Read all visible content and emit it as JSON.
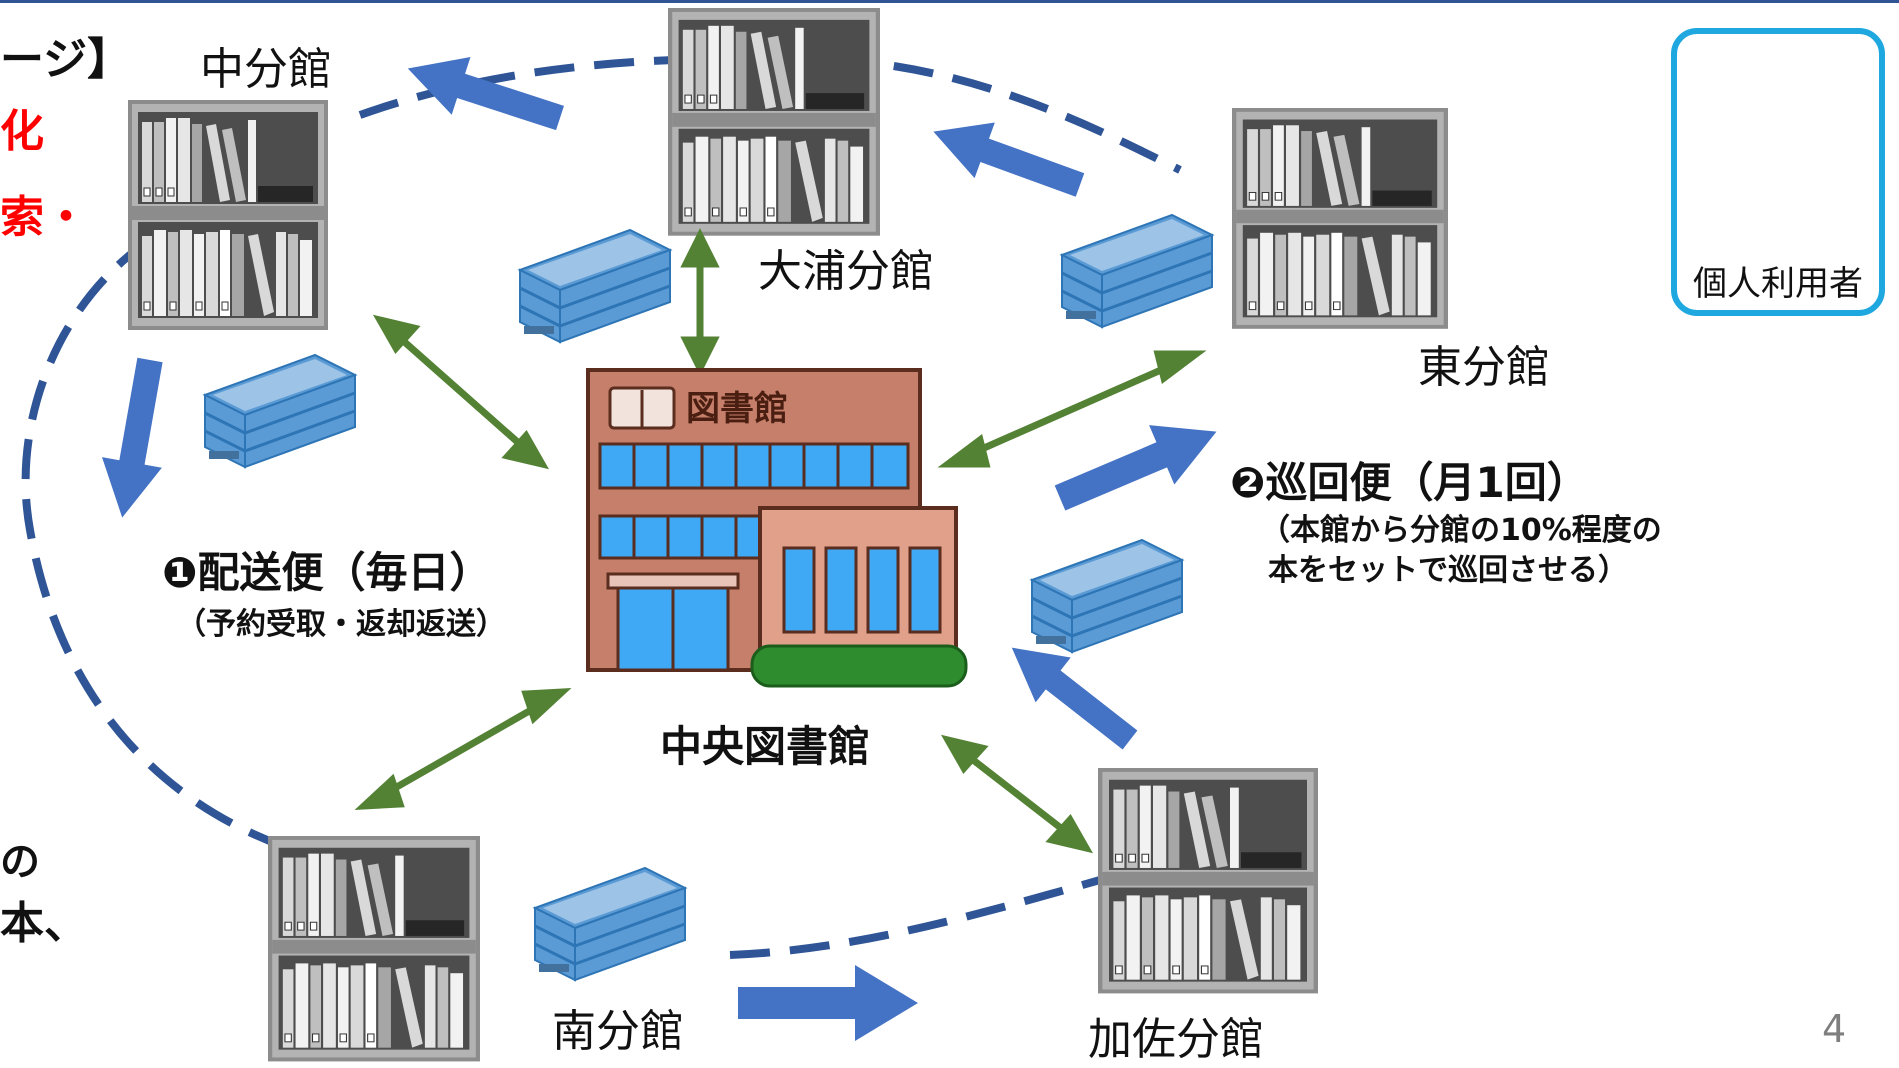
{
  "slide": {
    "partial_title": "ージ】",
    "left_red_line1": "化",
    "left_red_line2": "索・",
    "left_black_line1": "の",
    "left_black_line2": "本、",
    "page_number": "4"
  },
  "branches": {
    "naka": "中分館",
    "oura": "大浦分館",
    "higashi": "東分館",
    "minami": "南分館",
    "kasa": "加佐分館"
  },
  "central": {
    "label": "中央図書館",
    "sign": "図書館"
  },
  "user": {
    "label": "個人利用者"
  },
  "delivery": {
    "title": "❶配送便（毎日）",
    "subtitle": "（予約受取・返却返送）"
  },
  "circulation": {
    "title": "❷巡回便（月1回）",
    "desc_line1": "（本館から分館の10%程度の",
    "desc_line2": "本をセットで巡回させる）"
  },
  "colors": {
    "dashed_loop": "#2f5597",
    "blue_arrow": "#4472c4",
    "green_arrow": "#548235",
    "user_border": "#1fa8e0",
    "red_text": "#ff0000",
    "building_brick": "#c57f6a",
    "window_blue": "#3fa9f5",
    "shelf_gray": "#7f7f7f",
    "crate_blue": "#5b9bd5",
    "hedge_green": "#2e8b2e"
  },
  "icons": {
    "bookshelf": "bookshelf-icon",
    "crate": "crate-icon",
    "library": "library-building-icon",
    "book_sign": "open-book-icon",
    "person": "person-icon"
  }
}
